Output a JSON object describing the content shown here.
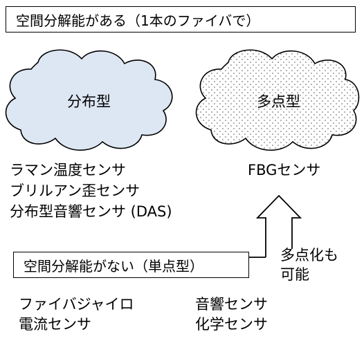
{
  "top_box": {
    "label": "空間分解能がある（1本のファイバで）"
  },
  "clouds": {
    "distributed": {
      "label": "分布型",
      "fill": "#dde7f3"
    },
    "multipoint": {
      "label": "多点型",
      "fill": "#ffffff"
    }
  },
  "distributed_sensors": [
    "ラマン温度センサ",
    "ブリルアン歪センサ",
    "分布型音響センサ (DAS)"
  ],
  "multipoint_sensors": [
    "FBGセンサ"
  ],
  "bottom_box": {
    "label": "空間分解能がない（単点型）"
  },
  "arrow_label": [
    "多点化も",
    "可能"
  ],
  "point_sensors_left": [
    "ファイバジャイロ",
    "電流センサ"
  ],
  "point_sensors_right": [
    "音響センサ",
    "化学センサ"
  ],
  "colors": {
    "line": "#000000",
    "dots": "#555555"
  }
}
